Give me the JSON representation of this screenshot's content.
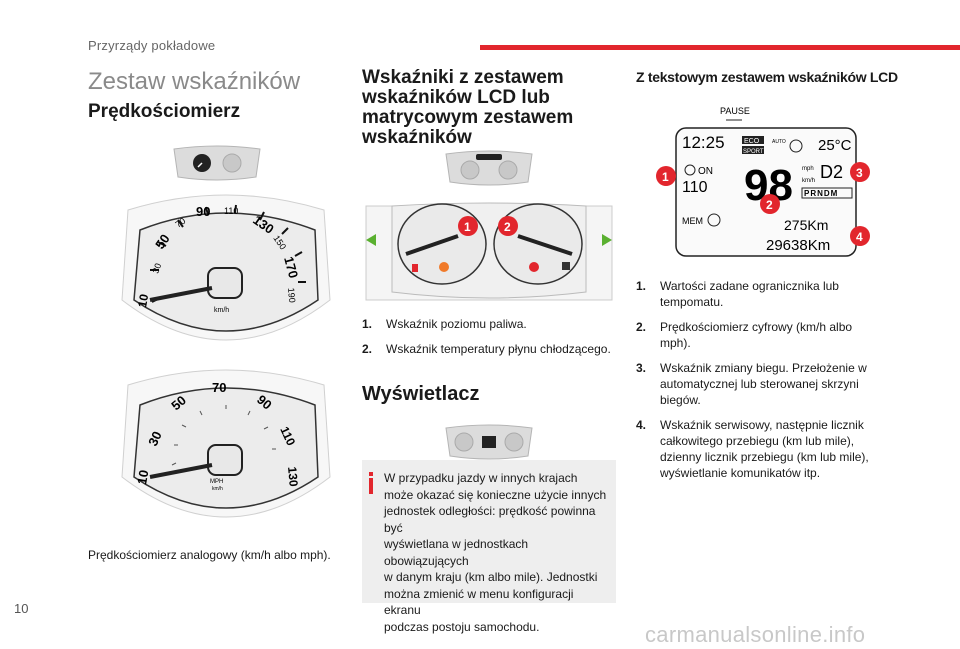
{
  "header": {
    "section": "Przyrządy pokładowe",
    "accent_color": "#e2262d"
  },
  "page": {
    "number": "10"
  },
  "col1": {
    "title": "Zestaw wskaźników",
    "subtitle": "Prędkościomierz",
    "caption": "Prędkościomierz analogowy (km/h albo mph).",
    "gauge_kmh": {
      "ticks": [
        "10",
        "30",
        "50",
        "70",
        "90",
        "110",
        "130",
        "150",
        "170",
        "190"
      ],
      "unit": "km/h"
    },
    "gauge_mph": {
      "ticks_outer": [
        "10",
        "30",
        "50",
        "70",
        "90",
        "110",
        "130"
      ],
      "unit_top": "MPH",
      "unit_bottom": "km/h"
    }
  },
  "col2": {
    "title_lines": [
      "Wskaźniki z zestawem",
      "wskaźników LCD lub",
      "matrycowym zestawem",
      "wskaźników"
    ],
    "items": [
      {
        "num": "1.",
        "text": "Wskaźnik poziomu paliwa."
      },
      {
        "num": "2.",
        "text": "Wskaźnik temperatury płynu chłodzącego."
      }
    ],
    "display_title": "Wyświetlacz",
    "note_lines": [
      "W przypadku jazdy w innych krajach",
      "może okazać się konieczne użycie innych",
      "jednostek odległości: prędkość powinna być",
      "wyświetlana w jednostkach obowiązujących",
      "w danym kraju (km albo mile). Jednostki",
      "można zmienić w menu konfiguracji ekranu",
      "podczas postoju samochodu."
    ],
    "callouts": [
      "1",
      "2"
    ]
  },
  "col3": {
    "title": "Z tekstowym zestawem wskaźników LCD",
    "lcd": {
      "pause": "PAUSE",
      "time": "12:25",
      "temp": "25°C",
      "eco": "ECO",
      "sport": "SPORT",
      "auto": "AUTO",
      "limit_state": "ON",
      "limit_value": "110",
      "speed": "98",
      "speed_unit_top": "mph",
      "speed_unit_bottom": "km/h",
      "gear": "D2",
      "gear_box": "PRNDM",
      "mem": "MEM",
      "trip1": "275Km",
      "trip2": "29638Km"
    },
    "callouts": [
      "1",
      "2",
      "3",
      "4"
    ],
    "items": [
      {
        "num": "1.",
        "text": "Wartości zadane ogranicznika lub tempomatu."
      },
      {
        "num": "2.",
        "text": "Prędkościomierz cyfrowy (km/h albo mph)."
      },
      {
        "num": "3.",
        "text": "Wskaźnik zmiany biegu. Przełożenie w automatycznej lub sterowanej skrzyni biegów."
      },
      {
        "num": "4.",
        "text": "Wskaźnik serwisowy, następnie licznik całkowitego przebiegu (km lub mile), dzienny licznik przebiegu (km lub mile), wyświetlanie komunikatów itp."
      }
    ]
  },
  "watermark": "carmanualsonline.info"
}
